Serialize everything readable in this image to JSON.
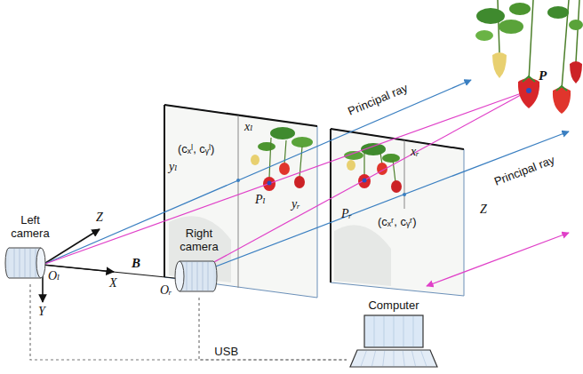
{
  "diagram": {
    "nodes": [
      {
        "text": [
          "Left camera"
        ]
      },
      {
        "text": [
          "Right camera"
        ]
      },
      {
        "text": [
          "Computer"
        ]
      }
    ],
    "edges": [
      {
        "from": 0,
        "to": 2,
        "arrow": "none",
        "label": "USB"
      },
      {
        "from": 1,
        "to": 2,
        "arrow": "none"
      }
    ],
    "labels": [
      "Z",
      "X",
      "Y",
      "Oₗ",
      "B",
      "Oᵣ",
      "xₗ",
      "yₗ",
      "(cₓˡ, cᵧˡ)",
      "Pₗ",
      "Principal ray",
      "xᵣ",
      "yᵣ",
      "Pᵣ",
      "(cₓʳ, cᵧʳ)",
      "Principal ray",
      "Z",
      "P"
    ]
  }
}
